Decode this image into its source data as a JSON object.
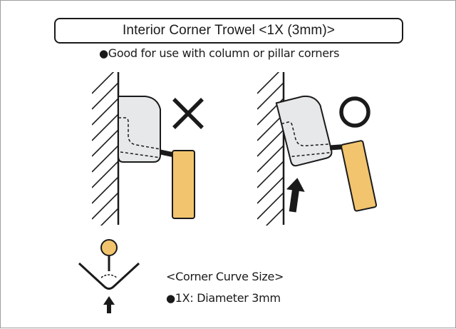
{
  "title": "Interior Corner Trowel <1X (3mm)>",
  "subtitle": {
    "bullet": "●",
    "text": "Good for use with column or pillar corners"
  },
  "caption": {
    "heading": "<Corner Curve Size>",
    "bullet": "●",
    "spec": "1X: Diameter 3mm"
  },
  "colors": {
    "outline": "#1a1a1a",
    "blade_fill": "#e6e8ea",
    "handle_fill": "#f2c46e",
    "frame_border": "#9e9e9e"
  },
  "icons": {
    "wrong_mark": "cross-mark-icon",
    "correct_mark": "circle-mark-icon",
    "push_direction": "up-arrow-icon"
  }
}
